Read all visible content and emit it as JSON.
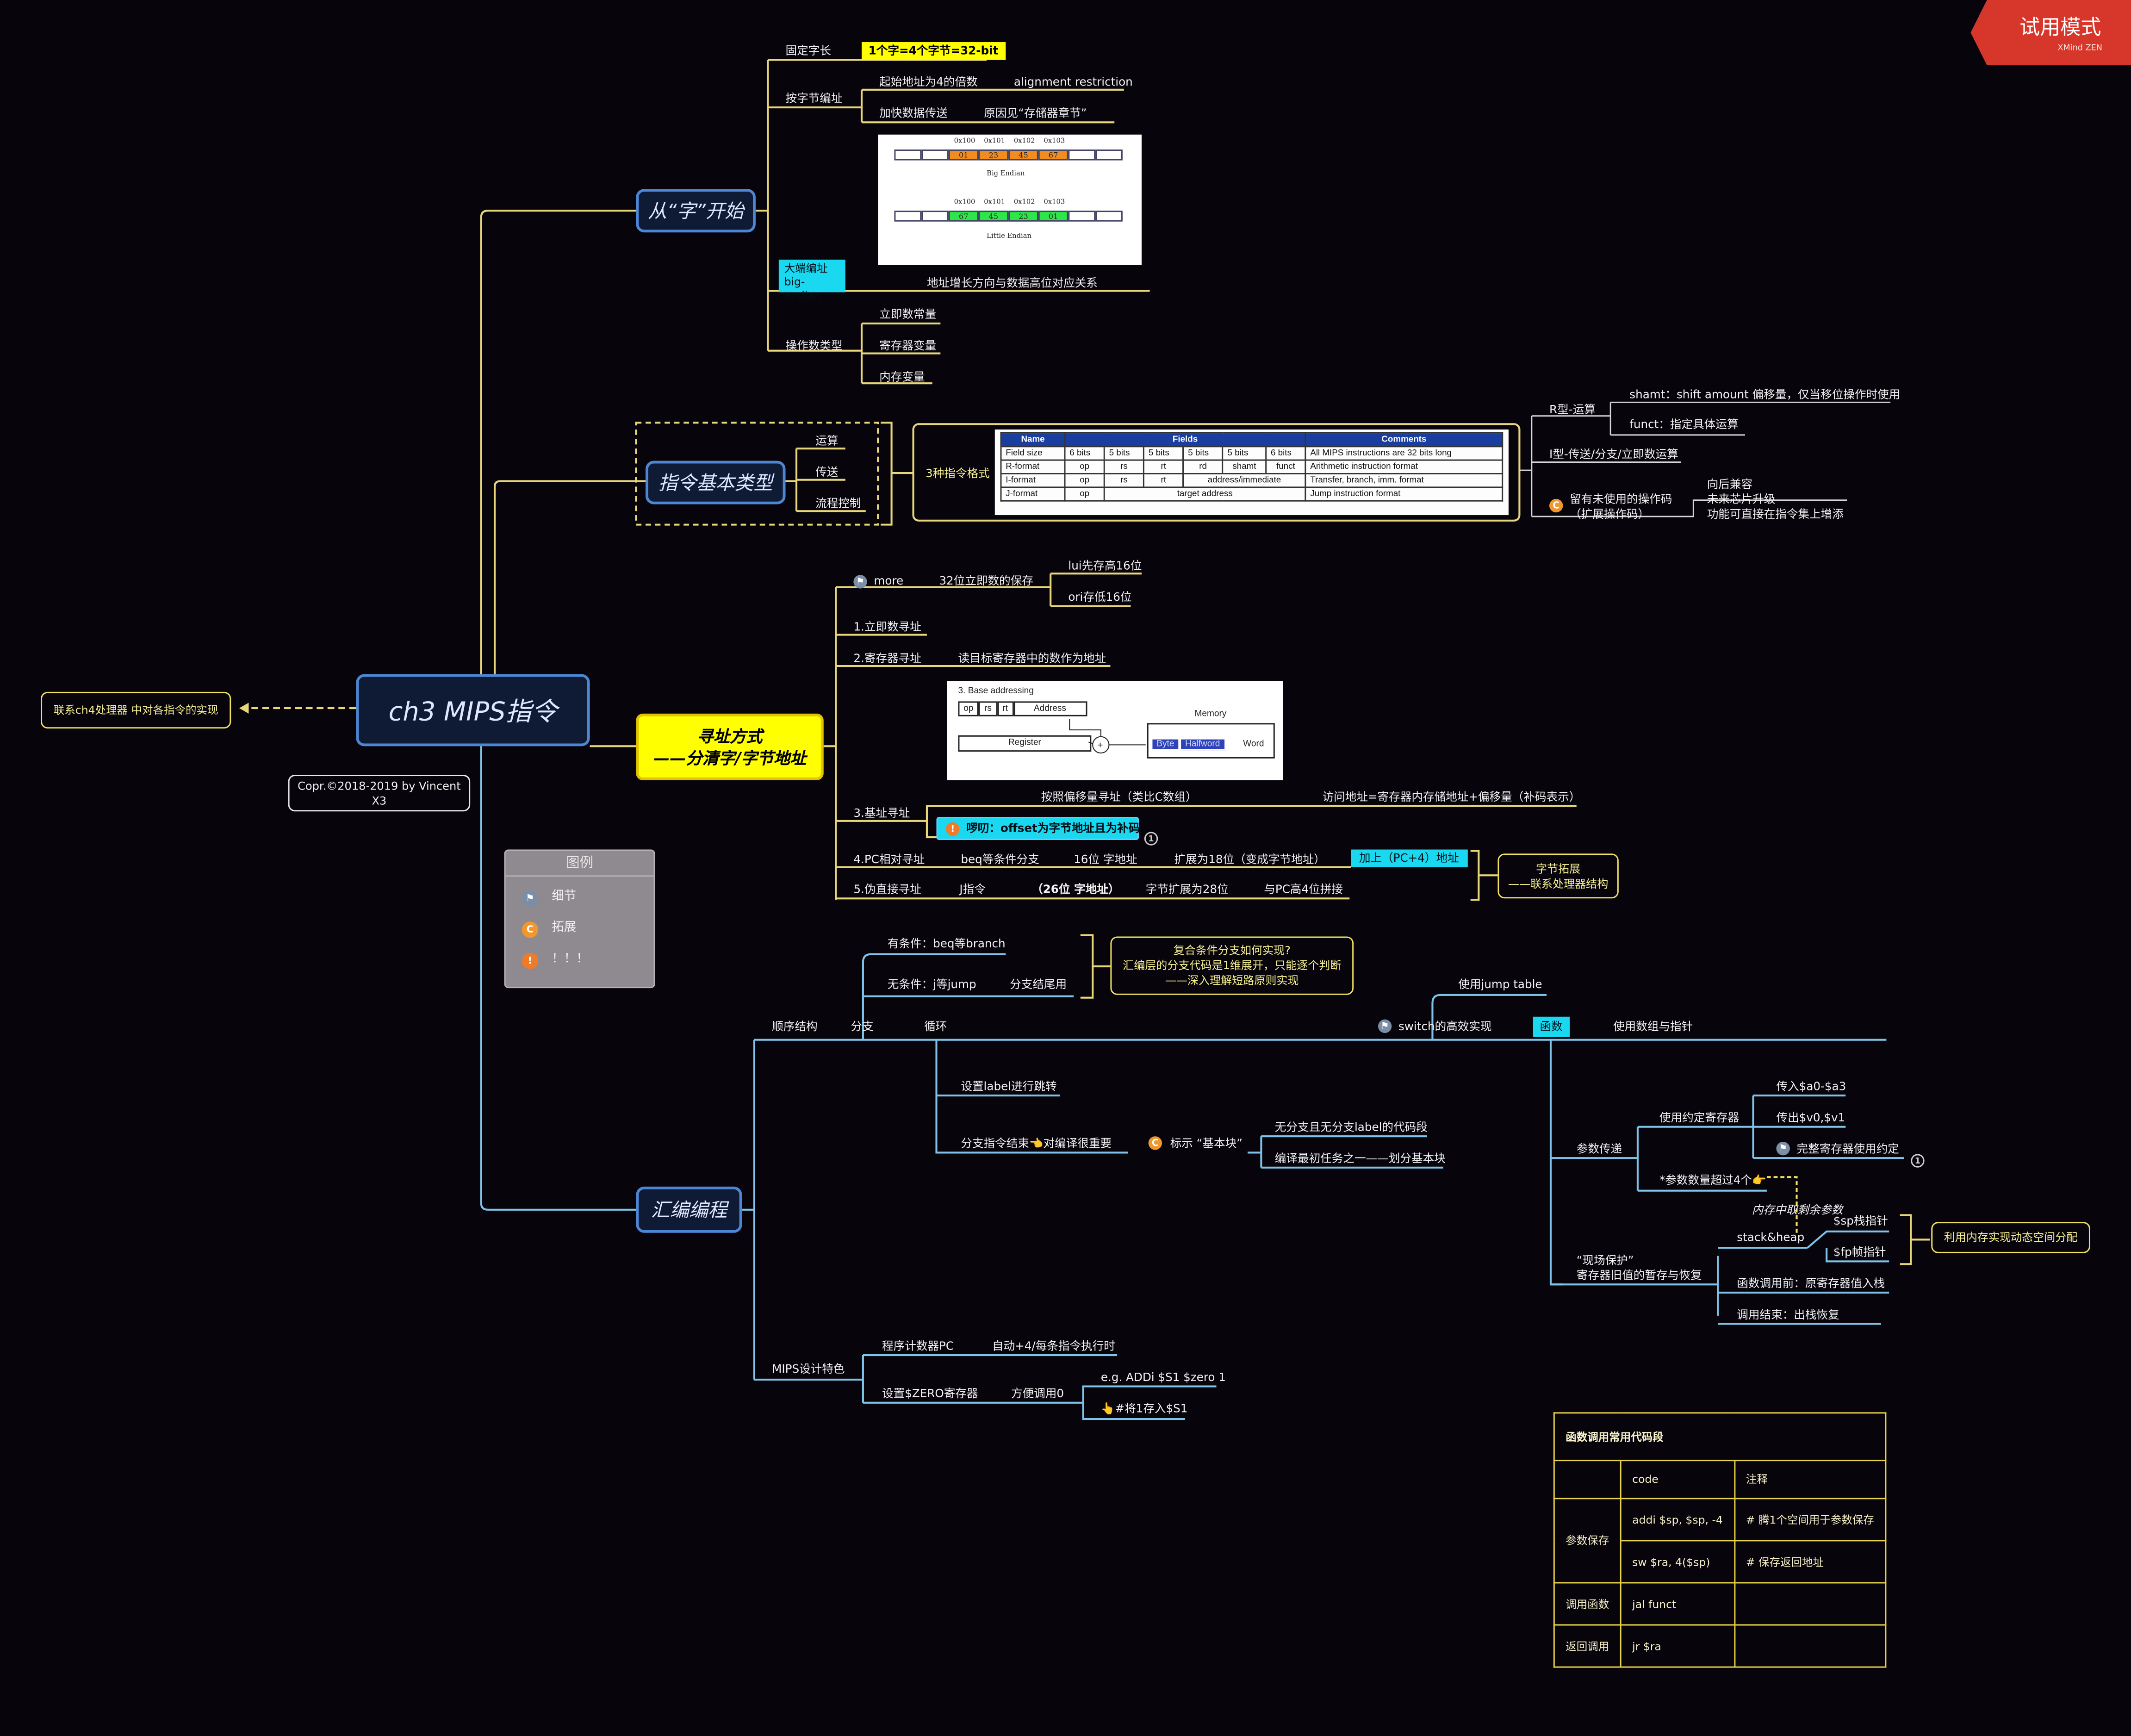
{
  "watermark": {
    "title": "试用模式",
    "sub": "XMind ZEN"
  },
  "root": {
    "title": "ch3 MIPS指令"
  },
  "left_note": "联系ch4处理器 中对各指令的实现",
  "copyright": "Copr.©2018-2019 by Vincent X3",
  "legend": {
    "title": "图例",
    "items": [
      "细节",
      "拓展",
      "！！！"
    ]
  },
  "b1": {
    "title": "从“字”开始",
    "fixed": "固定字长",
    "fixed_hl": "1个字=4个字节=32-bit",
    "byte_addr": "按字节编址",
    "align": "起始地址为4的倍数",
    "align_en": "alignment restriction",
    "speed": "加快数据传送",
    "speed_why": "原因见“存储器章节”",
    "endian_hl1": "大端编址",
    "endian_hl2": "big-endian",
    "endian_desc": "地址增长方向与数据高位对应关系",
    "operand": "操作数类型",
    "operands": [
      "立即数常量",
      "寄存器变量",
      "内存变量"
    ],
    "endian_img": {
      "addrs_big": [
        "0x100",
        "0x101",
        "0x102",
        "0x103"
      ],
      "bytes_big": [
        "01",
        "23",
        "45",
        "67"
      ],
      "big_label": "Big Endian",
      "addrs_little": [
        "0x100",
        "0x101",
        "0x102",
        "0x103"
      ],
      "bytes_little": [
        "67",
        "45",
        "23",
        "01"
      ],
      "little_label": "Little Endian"
    }
  },
  "b2": {
    "title": "指令基本类型",
    "types": [
      "运算",
      "传送",
      "流程控制"
    ],
    "formats": "3种指令格式",
    "r_type": "R型-运算",
    "shamt": "shamt：shift amount 偏移量，仅当移位操作时使用",
    "funct": "funct：指定具体运算",
    "i_type": "I型-传送/分支/立即数运算",
    "reserve1": "留有未使用的操作码",
    "reserve2": "（扩展操作码）",
    "reasons": [
      "向后兼容",
      "未来芯片升级",
      "功能可直接在指令集上增添"
    ],
    "fmt_table": {
      "head": [
        "Name",
        "Fields",
        "Comments"
      ],
      "rows": [
        [
          "Field size",
          "6 bits",
          "5 bits",
          "5 bits",
          "5 bits",
          "5 bits",
          "6 bits",
          "All MIPS instructions are 32 bits long"
        ],
        [
          "R-format",
          "op",
          "rs",
          "rt",
          "rd",
          "shamt",
          "funct",
          "Arithmetic instruction format"
        ],
        [
          "I-format",
          "op",
          "rs",
          "rt",
          "address/immediate",
          "Transfer, branch, imm. format"
        ],
        [
          "J-format",
          "op",
          "target address",
          "Jump instruction format"
        ]
      ]
    }
  },
  "b3": {
    "title1": "寻址方式",
    "title2": "——分清字/字节地址",
    "more": "more",
    "imm32": "32位立即数的保存",
    "lui": "lui先存高16位",
    "ori": "ori存低16位",
    "m1": "1.立即数寻址",
    "m2": "2.寄存器寻址",
    "m2_desc": "读目标寄存器中的数作为地址",
    "m3": "3.基址寻址",
    "m3_desc": "按照偏移量寻址（类比C数组）",
    "m3_addr": "访问地址=寄存器内存储地址+偏移量（补码表示）",
    "m3_warn": "啰叨：offset为字节地址且为补码",
    "m4": "4.PC相对寻址",
    "m4_a": "beq等条件分支",
    "m4_b": "16位 字地址",
    "m4_c": "扩展为18位（变成字节地址）",
    "m4_hl": "加上（PC+4）地址",
    "m5": "5.伪直接寻址",
    "m5_a": "J指令",
    "m5_b": "（26位 字地址）",
    "m5_c": "字节扩展为28位",
    "m5_d": "与PC高4位拼接",
    "note": "字节拓展\n——联系处理器结构",
    "base_img": {
      "title": "3. Base addressing",
      "fields": [
        "op",
        "rs",
        "rt",
        "Address"
      ],
      "reg": "Register",
      "mem": "Memory",
      "cells": [
        "Byte",
        "Halfword",
        "Word"
      ]
    }
  },
  "b4": {
    "title": "汇编编程",
    "seq": "顺序结构",
    "branch": "分支",
    "loop": "循环",
    "cond": "有条件：beq等branch",
    "uncond": "无条件：j等jump",
    "tail": "分支结尾用",
    "compound": "复合条件分支如何实现?\n汇编层的分支代码是1维展开，只能逐个判断\n——深入理解短路原则实现",
    "label": "设置label进行跳转",
    "endmark": "分支指令结束👈对编译很重要",
    "bb": "标示 “基本块”",
    "bb1": "无分支且无分支label的代码段",
    "bb2": "编译最初任务之一——划分基本块",
    "switch": "switch的高效实现",
    "jt": "使用jump table",
    "func": "函数",
    "arr": "使用数组与指针",
    "param": "参数传递",
    "conv": "使用约定寄存器",
    "in": "传入$a0-$a3",
    "out": "传出$v0,$v1",
    "full": "完整寄存器使用约定",
    "over4": "*参数数量超过4个👉",
    "mem_rest": "内存中取剩余参数",
    "save1": "“现场保护”",
    "save2": "寄存器旧值的暂存与恢复",
    "sh": "stack&heap",
    "sp": "$sp栈指针",
    "fp": "$fp帧指针",
    "dyn": "利用内存实现动态空间分配",
    "before": "函数调用前：原寄存器值入栈",
    "after": "调用结束：出栈恢复",
    "mips": "MIPS设计特色",
    "pc": "程序计数器PC",
    "pc_d": "自动+4/每条指令执行时",
    "zero": "设置$ZERO寄存器",
    "zero_d": "方便调用0",
    "eg": "e.g. ADDi $S1 $zero 1",
    "eg2": "👆#将1存入$S1"
  },
  "call_table": {
    "title": "函数调用常用代码段",
    "head": [
      "code",
      "注释"
    ],
    "g1": "参数保存",
    "g1_rows": [
      [
        "addi $sp, $sp, -4",
        "# 腾1个空间用于参数保存"
      ],
      [
        "sw $ra, 4($sp)",
        "# 保存返回地址"
      ]
    ],
    "g2": "调用函数",
    "g2_code": "jal funct",
    "g3": "返回调用",
    "g3_code": "jr $ra"
  }
}
